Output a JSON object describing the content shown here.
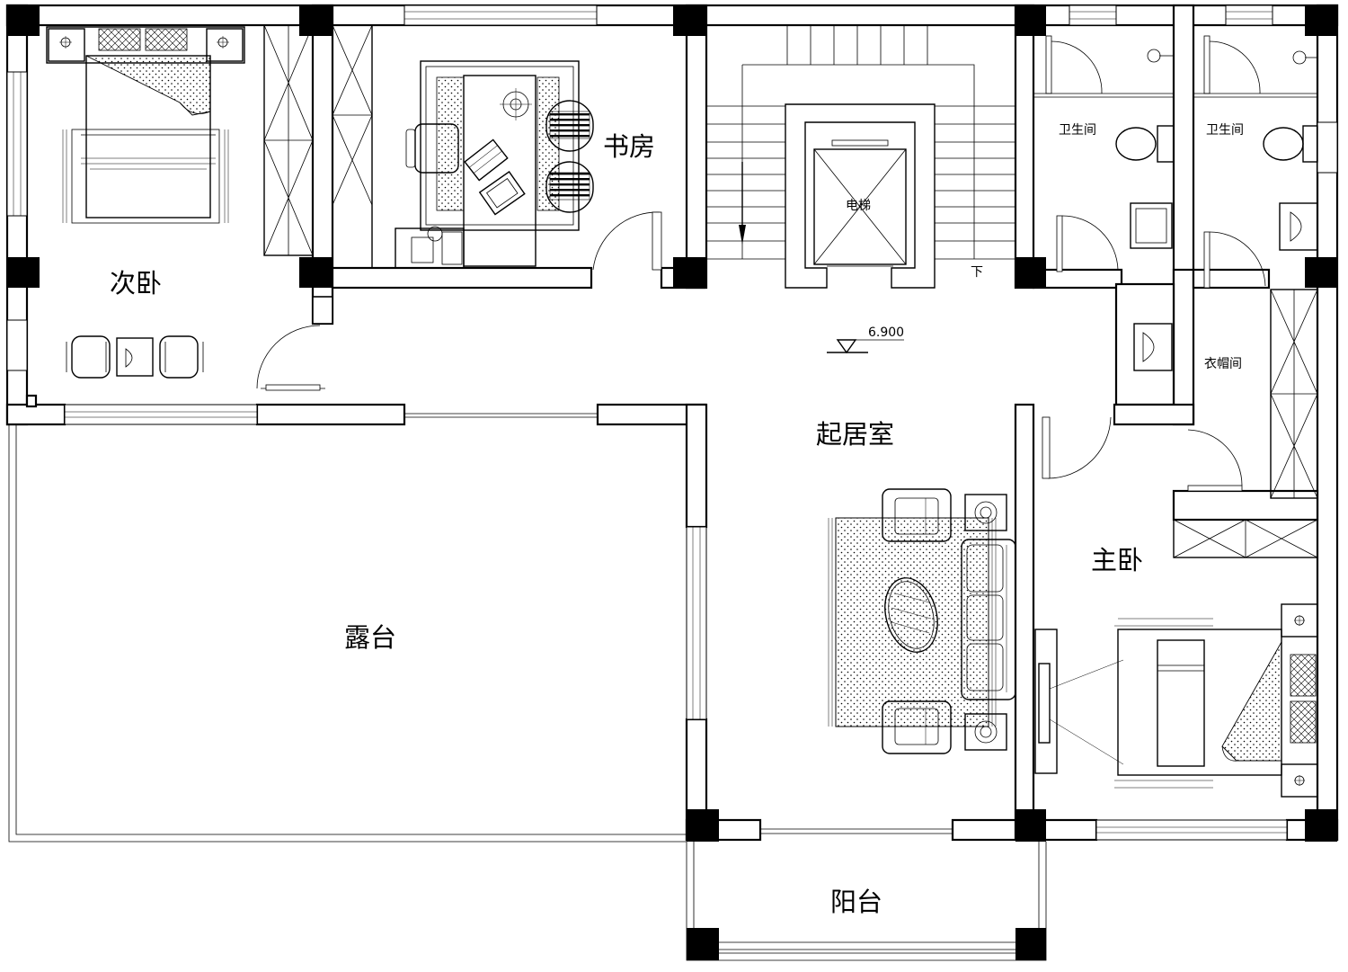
{
  "rooms": {
    "second_bedroom": "次卧",
    "study": "书房",
    "bathroom_1": "卫生间",
    "bathroom_2": "卫生间",
    "elevator": "电梯",
    "stair_down": "下",
    "elevation": "6.900",
    "living_room": "起居室",
    "cloakroom": "衣帽间",
    "master_bedroom": "主卧",
    "terrace": "露台",
    "balcony": "阳台"
  }
}
